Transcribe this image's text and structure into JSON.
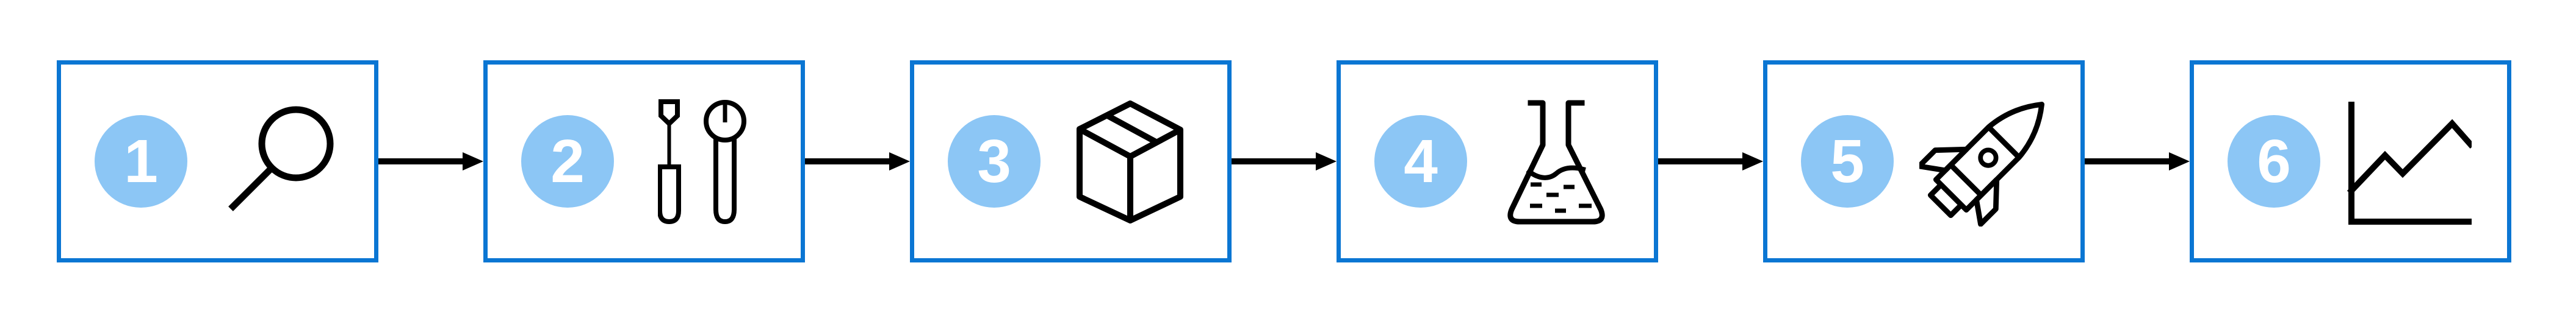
{
  "diagram": {
    "title": "six-step-process-flow",
    "colors": {
      "background": "#ffffff",
      "box_border": "#0b76d3",
      "badge_fill": "#8cc6f5",
      "badge_text": "#ffffff",
      "icon_stroke": "#000000",
      "arrow": "#000000"
    },
    "steps": [
      {
        "number": "1",
        "icon": "magnifier-icon"
      },
      {
        "number": "2",
        "icon": "tools-icon"
      },
      {
        "number": "3",
        "icon": "package-icon"
      },
      {
        "number": "4",
        "icon": "flask-icon"
      },
      {
        "number": "5",
        "icon": "rocket-icon"
      },
      {
        "number": "6",
        "icon": "chart-icon"
      }
    ],
    "connector_count": 5,
    "connector_style": "solid-black-right-arrow"
  }
}
